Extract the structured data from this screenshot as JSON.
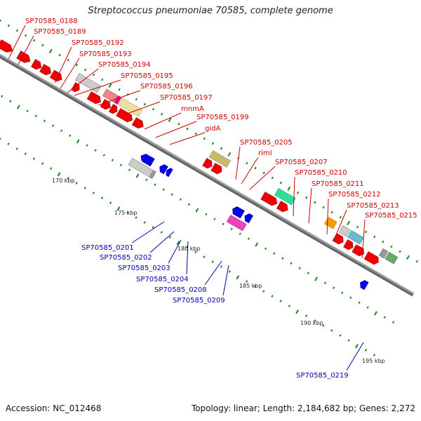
{
  "title": "Streptococcus pneumoniae 70585, complete genome",
  "accession_label": "Accession: NC_012468",
  "summary_label": "Topology: linear; Length: 2,184,682 bp; Genes: 2,272",
  "kbp_ticks": [
    "170 kbp",
    "175 kbp",
    "180 kbp",
    "185 kbp",
    "190 kbp",
    "195 kbp"
  ],
  "top_strand_labels": [
    "SP70585_0188",
    "SP70585_0189",
    "SP70585_0192",
    "SP70585_0193",
    "SP70585_0194",
    "SP70585_0195",
    "SP70585_0196",
    "SP70585_0197",
    "mnmA",
    "SP70585_0199",
    "gidA",
    "SP70585_0205",
    "rimI",
    "SP70585_0207",
    "SP70585_0210",
    "SP70585_0211",
    "SP70585_0212",
    "SP70585_0213",
    "SP70585_0215"
  ],
  "bottom_strand_labels": [
    "SP70585_0201",
    "SP70585_0202",
    "SP70585_0203",
    "SP70585_0204",
    "SP70585_0208",
    "SP70585_0209",
    "SP70585_0219"
  ],
  "colors": {
    "top_label": "#cc0000",
    "bottom_label": "#0000aa",
    "gene_red": "#ee0000",
    "gene_blue": "#0000ee",
    "backbone": "#888888",
    "tick_green": "#118811"
  }
}
